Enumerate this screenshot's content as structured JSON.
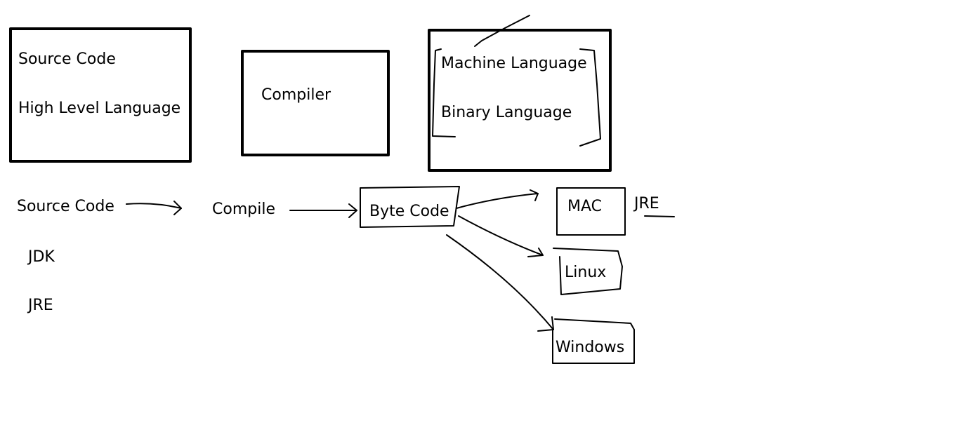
{
  "diagram": {
    "top_boxes": {
      "source": {
        "line1": "Source Code",
        "line2": "High Level Language"
      },
      "compiler": {
        "label": "Compiler"
      },
      "machine": {
        "line1": "Machine Language",
        "line2": "Binary Language"
      }
    },
    "flow": {
      "source_code": "Source Code",
      "compile": "Compile",
      "byte_code": "Byte Code",
      "mac": "MAC",
      "mac_note": "JRE",
      "linux": "Linux",
      "windows": "Windows"
    },
    "notes": {
      "jdk": "JDK",
      "jre": "JRE"
    },
    "colors": {
      "ink": "#000000",
      "background": "#ffffff"
    }
  }
}
